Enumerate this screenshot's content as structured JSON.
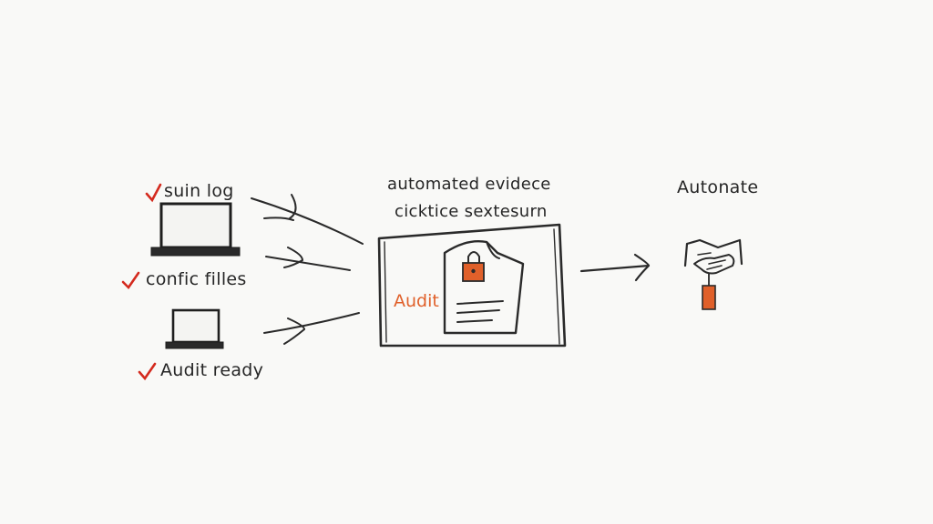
{
  "inputs": [
    {
      "label": "suin log"
    },
    {
      "label": "confic filles"
    },
    {
      "label": "Audit ready"
    }
  ],
  "center": {
    "caption_line1": "automated evidece",
    "caption_line2": "cicktice sextesurn",
    "audit_label": "Audit"
  },
  "output": {
    "label": "Autonate"
  },
  "colors": {
    "ink": "#2a2a2a",
    "accent": "#e0602a",
    "check": "#d42a1e",
    "background": "#f9f9f7"
  }
}
